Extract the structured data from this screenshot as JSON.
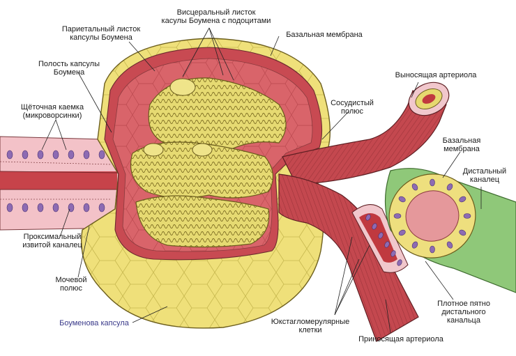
{
  "diagram": {
    "labels": {
      "visceral_leaf": "Висцеральный листок\nкасулы Боумена с подоцитами",
      "parietal_leaf": "Париетальный листок\nкапсулы Боумена",
      "basal_membrane_top": "Базальная мембрана",
      "capsule_cavity": "Полость капсулы\nБоумена",
      "efferent_arteriole": "Выносящая артериола",
      "brush_border": "Щёточная каемка\n(микроворсинки)",
      "vascular_pole": "Сосудистый\nполюс",
      "basal_membrane_right": "Базальная\nмембрана",
      "distal_tubule": "Дистальный\nканалец",
      "proximal_tubule": "Проксимальный\nизвитой каналец",
      "urinary_pole": "Мочевой\nполюс",
      "bowman_capsule": "Боуменова капсула",
      "juxtaglomerular_cells": "Юкстагломерулярные\nклетки",
      "macula_densa": "Плотное пятно\nдистального\nканальца",
      "afferent_arteriole": "Приносящая артериола"
    },
    "colors": {
      "capsule_outer": "#ecdc6a",
      "capsule_wall": "#c9474f",
      "cavity": "#d85f66",
      "glomerulus": "#e8dd78",
      "artery": "#b8444b",
      "artery_light": "#d77074",
      "tubule_pink": "#f3c0c6",
      "nucleus": "#8d6bb3",
      "distal_outer": "#8fc879",
      "distal_lumen": "#e99a9c",
      "lumen_red": "#c0393f"
    }
  }
}
